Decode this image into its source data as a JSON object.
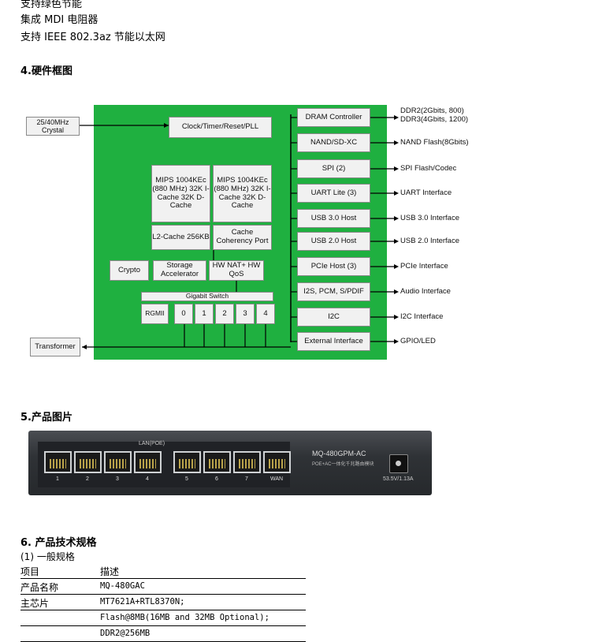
{
  "intro_lines": [
    "支持绿色节能",
    "集成 MDI 电阻器",
    "支持 IEEE 802.3az 节能以太网"
  ],
  "section4_title": "4.硬件框图",
  "diagram": {
    "crystal": "25/40MHz Crystal",
    "clock": "Clock/Timer/Reset/PLL",
    "cpu1": "MIPS 1004KEc (880 MHz) 32K I-Cache 32K D-Cache",
    "cpu2": "MIPS 1004KEc (880 MHz) 32K I-Cache 32K D-Cache",
    "l2": "L2-Cache 256KB",
    "coherency": "Cache Coherency Port",
    "crypto": "Crypto",
    "storage": "Storage Accelerator",
    "hwnat": "HW NAT+ HW QoS",
    "switch": "Gigabit Switch",
    "rgmii": "RGMII",
    "ports": [
      "0",
      "1",
      "2",
      "3",
      "4"
    ],
    "transformer": "Transformer",
    "interfaces": [
      {
        "block": "DRAM Controller",
        "label": "DDR2(2Gbits, 800) DDR3(4Gbits, 1200)"
      },
      {
        "block": "NAND/SD-XC",
        "label": "NAND Flash(8Gbits)"
      },
      {
        "block": "SPI (2)",
        "label": "SPI Flash/Codec"
      },
      {
        "block": "UART Lite (3)",
        "label": "UART Interface"
      },
      {
        "block": "USB 3.0 Host",
        "label": "USB 3.0 Interface"
      },
      {
        "block": "USB 2.0 Host",
        "label": "USB 2.0 Interface"
      },
      {
        "block": "PCIe Host (3)",
        "label": "PCIe Interface"
      },
      {
        "block": "I2S, PCM, S/PDIF",
        "label": "Audio Interface"
      },
      {
        "block": "I2C",
        "label": "I2C Interface"
      },
      {
        "block": "External Interface",
        "label": "GPIO/LED"
      }
    ]
  },
  "section5_title": "5.产品图片",
  "photo": {
    "lan_label": "LAN(POE)",
    "model": "MQ-480GPM-AC",
    "subtitle": "POE+AC一体化千兆路由模块",
    "power": "53.5V/1.13A",
    "port_labels": [
      "1",
      "2",
      "3",
      "4",
      "5",
      "6",
      "7",
      "WAN"
    ]
  },
  "section6_title": "6. 产品技术规格",
  "subsection_title": "(1) 一般规格",
  "spec_rows": [
    {
      "key": "项目",
      "value": "描述"
    },
    {
      "key": "产品名称",
      "value": "MQ-480GAC"
    },
    {
      "key": "主芯片",
      "value": "MT7621A+RTL8370N;"
    },
    {
      "key": "",
      "value": "Flash@8MB(16MB and 32MB Optional);"
    },
    {
      "key": "",
      "value": "DDR2@256MB"
    }
  ]
}
